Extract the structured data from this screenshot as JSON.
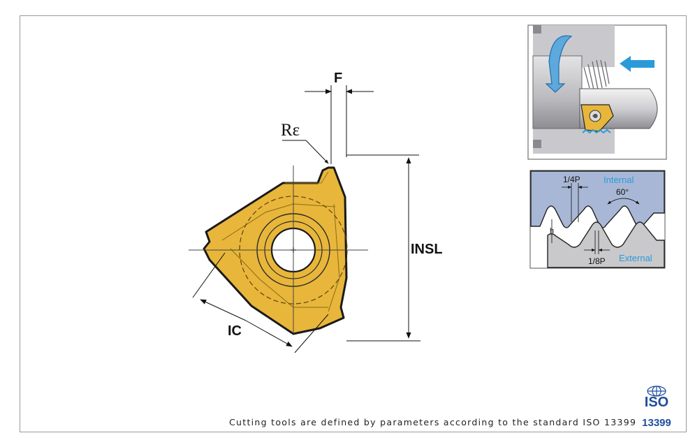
{
  "dimensions": {
    "f_label": "F",
    "re_label": "Rε",
    "insl_label": "INSL",
    "ic_label": "IC"
  },
  "thread_profile": {
    "quarter_pitch": "1/4P",
    "eighth_pitch": "1/8P",
    "internal": "Internal",
    "external": "External",
    "angle": "60°",
    "depth": "h"
  },
  "logo": {
    "top": "ISO",
    "bottom": "13399"
  },
  "footer": {
    "text": "Cutting tools are defined by parameters according to the standard ISO 13399"
  },
  "colors": {
    "insert_fill": "#e8b63a",
    "insert_outline": "#1a1a1a",
    "accent_blue": "#2a9bd8",
    "steel_grey": "#b8b8bc",
    "profile_blue": "#a9b7d6",
    "iso_blue": "#1f4e9c"
  }
}
